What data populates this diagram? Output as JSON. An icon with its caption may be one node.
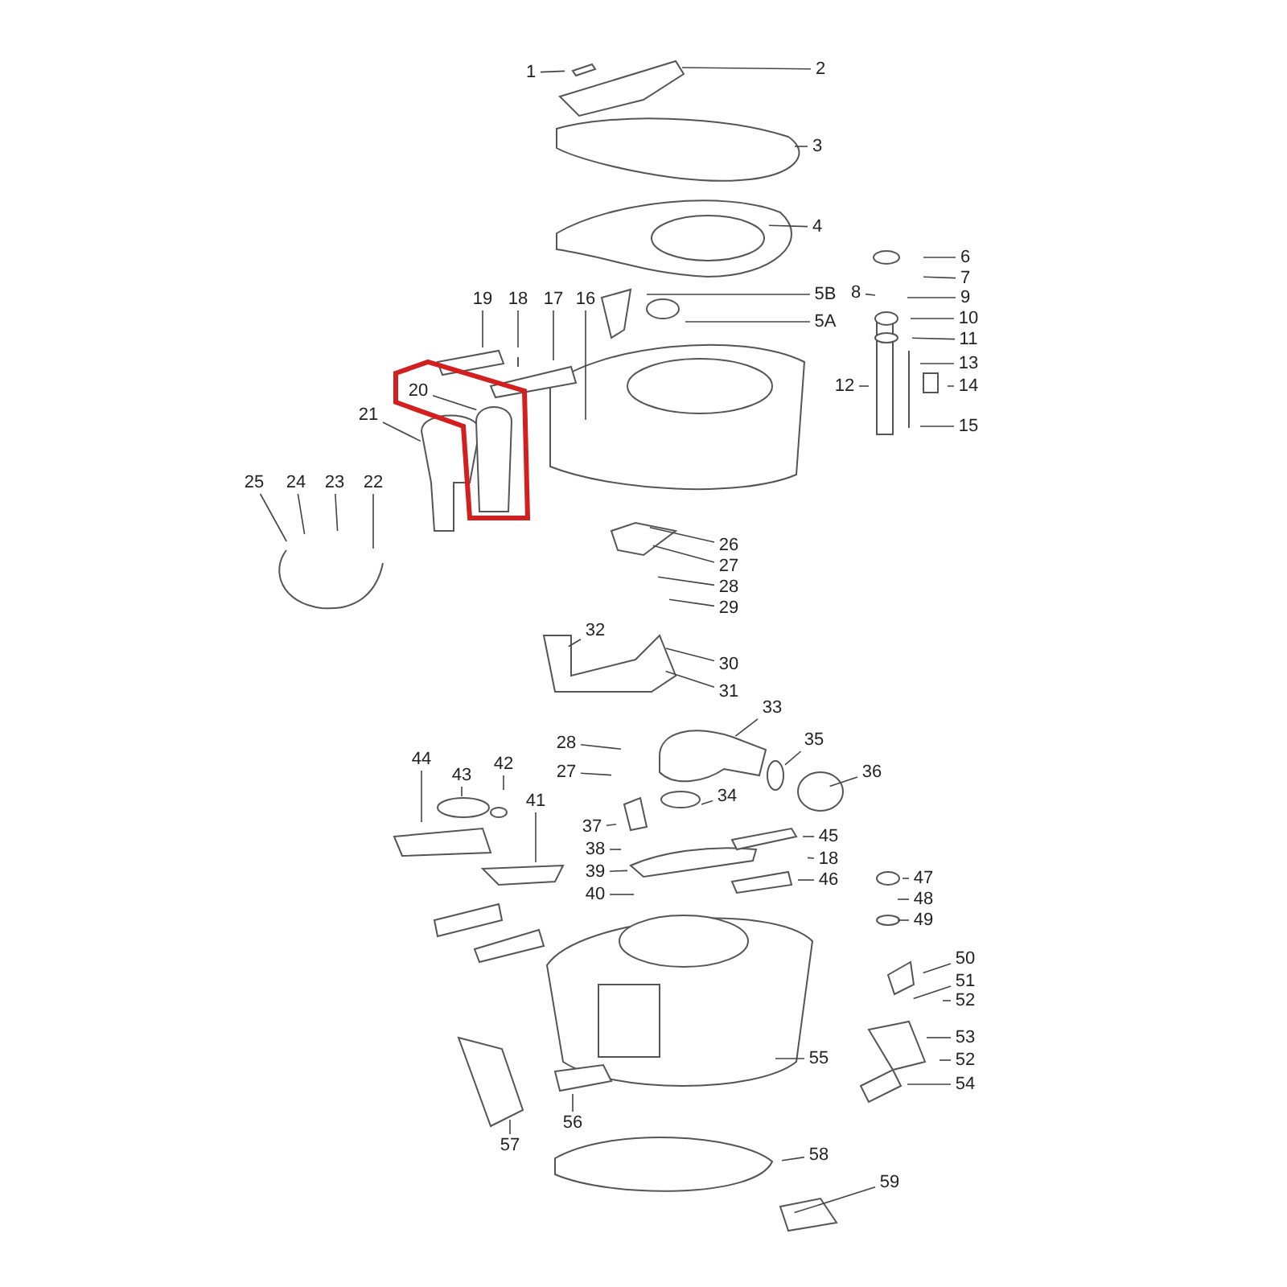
{
  "diagram": {
    "nodes": [
      {
        "text": [
          "1"
        ]
      },
      {
        "text": [
          "2"
        ]
      },
      {
        "text": [
          "3"
        ]
      },
      {
        "text": [
          "4"
        ]
      },
      {
        "text": [
          "6"
        ]
      },
      {
        "text": [
          "7"
        ]
      },
      {
        "text": [
          "8"
        ]
      },
      {
        "text": [
          "9"
        ]
      },
      {
        "text": [
          "5B"
        ]
      },
      {
        "text": [
          "5A"
        ]
      },
      {
        "text": [
          "10"
        ]
      },
      {
        "text": [
          "11"
        ]
      },
      {
        "text": [
          "13"
        ]
      },
      {
        "text": [
          "12"
        ]
      },
      {
        "text": [
          "14"
        ]
      },
      {
        "text": [
          "19"
        ]
      },
      {
        "text": [
          "18"
        ]
      },
      {
        "text": [
          "17"
        ]
      },
      {
        "text": [
          "16"
        ]
      },
      {
        "text": [
          "20"
        ]
      },
      {
        "text": [
          "21"
        ]
      },
      {
        "text": [
          "15"
        ]
      },
      {
        "text": [
          "25"
        ]
      },
      {
        "text": [
          "24"
        ]
      },
      {
        "text": [
          "23"
        ]
      },
      {
        "text": [
          "22"
        ]
      },
      {
        "text": [
          "26"
        ]
      },
      {
        "text": [
          "27"
        ]
      },
      {
        "text": [
          "28"
        ]
      },
      {
        "text": [
          "29"
        ]
      },
      {
        "text": [
          "32"
        ]
      },
      {
        "text": [
          "30"
        ]
      },
      {
        "text": [
          "31"
        ]
      },
      {
        "text": [
          "33"
        ]
      },
      {
        "text": [
          "44"
        ]
      },
      {
        "text": [
          "28"
        ]
      },
      {
        "text": [
          "35"
        ]
      },
      {
        "text": [
          "42"
        ]
      },
      {
        "text": [
          "43"
        ]
      },
      {
        "text": [
          "27"
        ]
      },
      {
        "text": [
          "36"
        ]
      },
      {
        "text": [
          "41"
        ]
      },
      {
        "text": [
          "34"
        ]
      },
      {
        "text": [
          "37"
        ]
      },
      {
        "text": [
          "45"
        ]
      },
      {
        "text": [
          "38"
        ]
      },
      {
        "text": [
          "18"
        ]
      },
      {
        "text": [
          "39"
        ]
      },
      {
        "text": [
          "40"
        ]
      },
      {
        "text": [
          "46"
        ]
      },
      {
        "text": [
          "47"
        ]
      },
      {
        "text": [
          "48"
        ]
      },
      {
        "text": [
          "49"
        ]
      },
      {
        "text": [
          "50"
        ]
      },
      {
        "text": [
          "51"
        ]
      },
      {
        "text": [
          "52"
        ]
      },
      {
        "text": [
          "53"
        ]
      },
      {
        "text": [
          "52"
        ]
      },
      {
        "text": [
          "54"
        ]
      },
      {
        "text": [
          "55"
        ]
      },
      {
        "text": [
          "56"
        ]
      },
      {
        "text": [
          "57"
        ]
      },
      {
        "text": [
          "58"
        ]
      },
      {
        "text": [
          "59"
        ]
      }
    ],
    "edges": [
      {
        "from": 0,
        "to": null,
        "arrow": "none"
      },
      {
        "from": 1,
        "to": null,
        "arrow": "none"
      },
      {
        "from": 2,
        "to": null,
        "arrow": "none"
      },
      {
        "from": 3,
        "to": null,
        "arrow": "none"
      },
      {
        "from": 4,
        "to": null,
        "arrow": "none"
      },
      {
        "from": 5,
        "to": null,
        "arrow": "none"
      },
      {
        "from": 6,
        "to": null,
        "arrow": "none"
      },
      {
        "from": 7,
        "to": null,
        "arrow": "none"
      },
      {
        "from": 8,
        "to": null,
        "arrow": "none"
      },
      {
        "from": 9,
        "to": null,
        "arrow": "none"
      },
      {
        "from": 10,
        "to": null,
        "arrow": "none"
      },
      {
        "from": 11,
        "to": null,
        "arrow": "none"
      },
      {
        "from": 12,
        "to": null,
        "arrow": "none"
      },
      {
        "from": 13,
        "to": null,
        "arrow": "none"
      },
      {
        "from": 14,
        "to": null,
        "arrow": "none"
      },
      {
        "from": 15,
        "to": null,
        "arrow": "none"
      },
      {
        "from": 16,
        "to": null,
        "arrow": "none"
      },
      {
        "from": 17,
        "to": null,
        "arrow": "none"
      },
      {
        "from": 18,
        "to": null,
        "arrow": "none"
      },
      {
        "from": 19,
        "to": null,
        "arrow": "none"
      },
      {
        "from": 20,
        "to": null,
        "arrow": "none"
      },
      {
        "from": 21,
        "to": null,
        "arrow": "none"
      },
      {
        "from": 22,
        "to": null,
        "arrow": "none"
      },
      {
        "from": 23,
        "to": null,
        "arrow": "none"
      },
      {
        "from": 24,
        "to": null,
        "arrow": "none"
      },
      {
        "from": 25,
        "to": null,
        "arrow": "none"
      },
      {
        "from": 26,
        "to": null,
        "arrow": "none"
      },
      {
        "from": 27,
        "to": null,
        "arrow": "none"
      },
      {
        "from": 28,
        "to": null,
        "arrow": "none"
      },
      {
        "from": 29,
        "to": null,
        "arrow": "none"
      },
      {
        "from": 30,
        "to": null,
        "arrow": "none"
      },
      {
        "from": 31,
        "to": null,
        "arrow": "none"
      },
      {
        "from": 32,
        "to": null,
        "arrow": "none"
      },
      {
        "from": 33,
        "to": null,
        "arrow": "none"
      },
      {
        "from": 34,
        "to": null,
        "arrow": "none"
      },
      {
        "from": 35,
        "to": null,
        "arrow": "none"
      },
      {
        "from": 36,
        "to": null,
        "arrow": "none"
      },
      {
        "from": 37,
        "to": null,
        "arrow": "none"
      },
      {
        "from": 38,
        "to": null,
        "arrow": "none"
      },
      {
        "from": 39,
        "to": null,
        "arrow": "none"
      },
      {
        "from": 40,
        "to": null,
        "arrow": "none"
      },
      {
        "from": 41,
        "to": null,
        "arrow": "none"
      },
      {
        "from": 42,
        "to": null,
        "arrow": "none"
      },
      {
        "from": 43,
        "to": null,
        "arrow": "none"
      },
      {
        "from": 44,
        "to": null,
        "arrow": "none"
      },
      {
        "from": 45,
        "to": null,
        "arrow": "none"
      },
      {
        "from": 46,
        "to": null,
        "arrow": "none"
      },
      {
        "from": 47,
        "to": null,
        "arrow": "none"
      },
      {
        "from": 48,
        "to": null,
        "arrow": "none"
      },
      {
        "from": 49,
        "to": null,
        "arrow": "none"
      },
      {
        "from": 50,
        "to": null,
        "arrow": "none"
      },
      {
        "from": 51,
        "to": null,
        "arrow": "none"
      },
      {
        "from": 52,
        "to": null,
        "arrow": "none"
      },
      {
        "from": 53,
        "to": null,
        "arrow": "none"
      },
      {
        "from": 54,
        "to": null,
        "arrow": "none"
      },
      {
        "from": 55,
        "to": null,
        "arrow": "none"
      },
      {
        "from": 56,
        "to": null,
        "arrow": "none"
      },
      {
        "from": 57,
        "to": null,
        "arrow": "none"
      },
      {
        "from": 58,
        "to": null,
        "arrow": "none"
      },
      {
        "from": 59,
        "to": null,
        "arrow": "none"
      },
      {
        "from": 60,
        "to": null,
        "arrow": "none"
      },
      {
        "from": 61,
        "to": null,
        "arrow": "none"
      },
      {
        "from": 62,
        "to": null,
        "arrow": "none"
      },
      {
        "from": 63,
        "to": null,
        "arrow": "none"
      }
    ]
  }
}
